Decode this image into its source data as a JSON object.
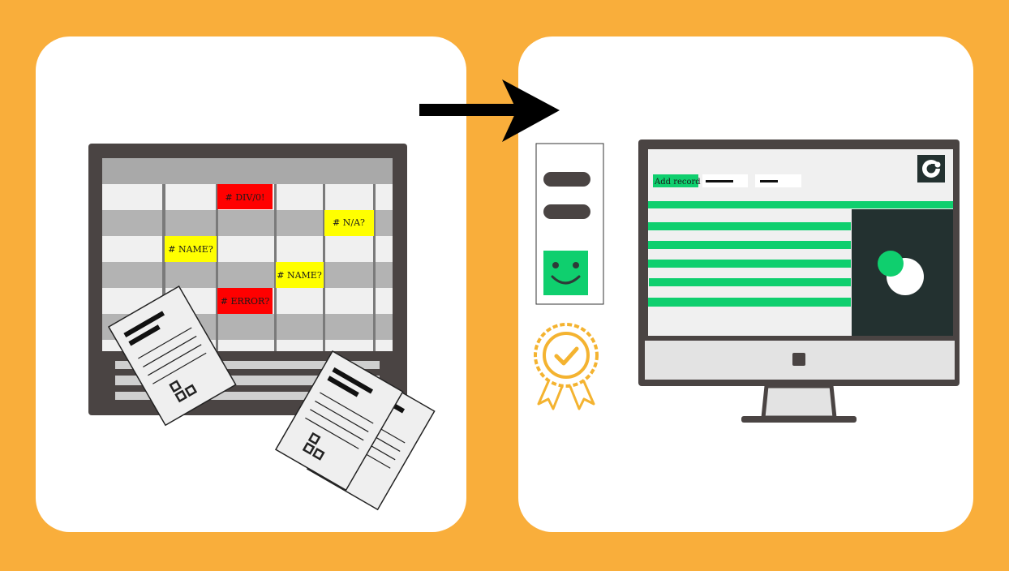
{
  "colors": {
    "background": "#f9ae3b",
    "panel": "#ffffff",
    "monitor_frame": "#4a4443",
    "error_red": "#ff0000",
    "warning_yellow": "#ffff00",
    "success_green": "#0fcf6e",
    "dark_panel": "#233130",
    "badge_gold": "#f4b330"
  },
  "spreadsheet": {
    "errors": [
      {
        "label": "# DIV/0!",
        "color": "red"
      },
      {
        "label": "# N/A?",
        "color": "yellow"
      },
      {
        "label": "# NAME?",
        "color": "yellow"
      },
      {
        "label": "# NAME?",
        "color": "yellow"
      },
      {
        "label": "# ERROR?",
        "color": "red"
      }
    ]
  },
  "app": {
    "add_record_label": "Add record",
    "logo_icon": "app-logo-icon"
  },
  "icons": {
    "arrow": "arrow-right-icon",
    "smiley": "smiley-face-icon",
    "badge": "award-badge-icon",
    "document": "document-icon"
  }
}
